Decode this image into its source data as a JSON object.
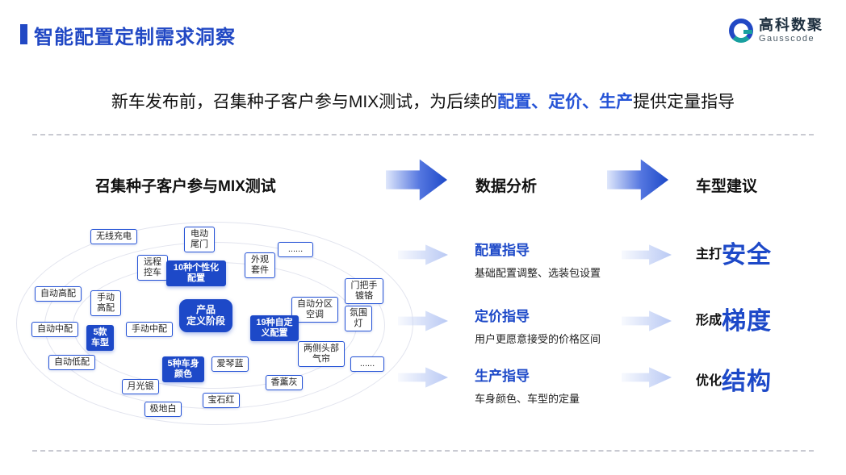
{
  "header": {
    "title": "智能配置定制需求洞察",
    "logo": {
      "name": "高科数聚",
      "subname": "Gausscode"
    }
  },
  "intro": {
    "pre": "新车发布前，召集种子客户参与MIX测试，为后续的",
    "highlight": "配置、定价、生产",
    "post": "提供定量指导"
  },
  "sections": {
    "left_title": "召集种子客户参与MIX测试",
    "middle_title": "数据分析",
    "right_title": "车型建议"
  },
  "diagram": {
    "center": "产品\n定义阶段",
    "nodes": [
      {
        "label": "无线充电"
      },
      {
        "label": "电动尾门"
      },
      {
        "label": "远程控车"
      },
      {
        "label": "10种个性化配置"
      },
      {
        "label": "外观套件"
      },
      {
        "label": "......"
      },
      {
        "label": "门把手镀铬"
      },
      {
        "label": "自动分区空调"
      },
      {
        "label": "氛围灯"
      },
      {
        "label": "自动高配"
      },
      {
        "label": "手动高配"
      },
      {
        "label": "自动中配"
      },
      {
        "label": "手动中配"
      },
      {
        "label": "5款车型"
      },
      {
        "label": "自动低配"
      },
      {
        "label": "19种自定义配置"
      },
      {
        "label": "两侧头部气帘"
      },
      {
        "label": "......"
      },
      {
        "label": "5种车身颜色"
      },
      {
        "label": "爱琴蓝"
      },
      {
        "label": "香薰灰"
      },
      {
        "label": "月光银"
      },
      {
        "label": "宝石红"
      },
      {
        "label": "极地白"
      }
    ]
  },
  "analysis": [
    {
      "title": "配置指导",
      "desc": "基础配置调整、选装包设置"
    },
    {
      "title": "定价指导",
      "desc": "用户更愿意接受的价格区间"
    },
    {
      "title": "生产指导",
      "desc": "车身颜色、车型的定量"
    }
  ],
  "suggestions": [
    {
      "prefix": "主打",
      "keyword": "安全"
    },
    {
      "prefix": "形成",
      "keyword": "梯度"
    },
    {
      "prefix": "优化",
      "keyword": "结构"
    }
  ],
  "colors": {
    "primary": "#1d49c8",
    "accent_teal": "#189f9f",
    "title_blue": "#2148c4"
  }
}
